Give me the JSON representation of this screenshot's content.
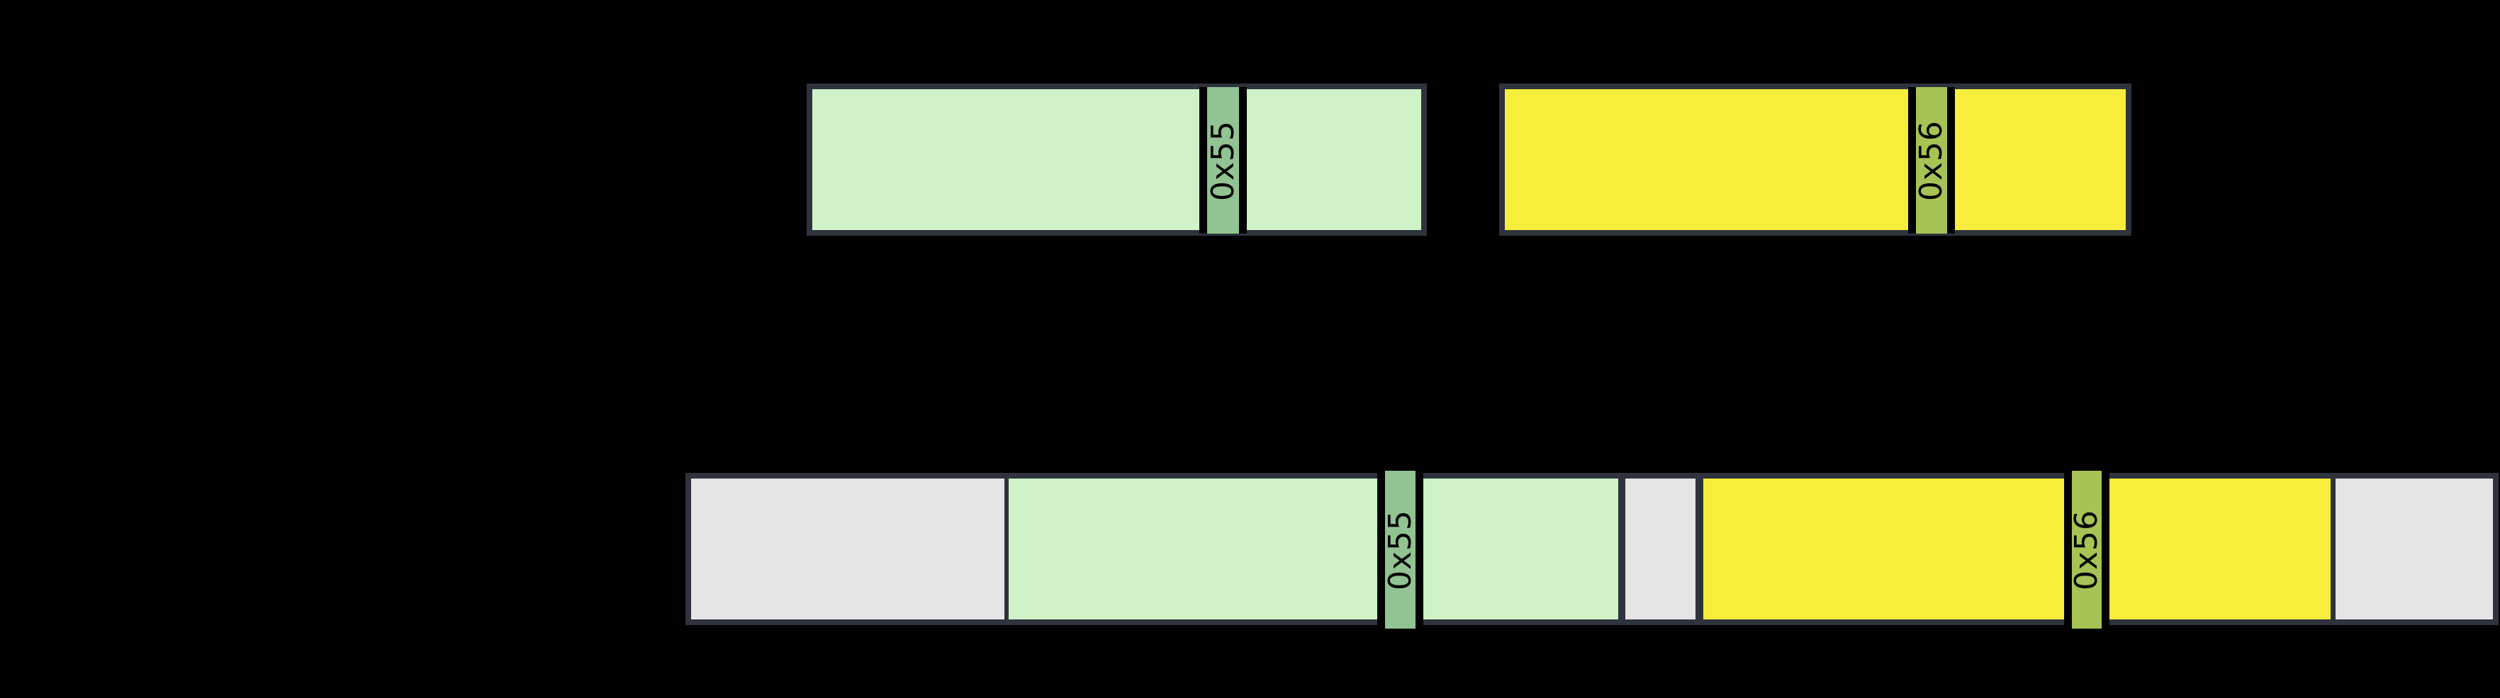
{
  "background": "#000000",
  "palette": {
    "box_border": "#2e333d",
    "light_green_field": "#cff2c8",
    "green_marker": "#92c392",
    "yellow_field": "#f7ee3b",
    "olive_marker": "#a8c355",
    "gray_padding": "#e5e5e5",
    "marker_separator": "#000000",
    "label_text": "#000000"
  },
  "top_boxes": [
    {
      "id": "block-0x55",
      "fill": "#cff2c8",
      "marker_label": "0x55",
      "marker_fill": "#92c392"
    },
    {
      "id": "block-0x56",
      "fill": "#f7ee3b",
      "marker_label": "0x56",
      "marker_fill": "#a8c355"
    }
  ],
  "stream_bar": {
    "segments": [
      {
        "type": "padding",
        "color": "#e5e5e5"
      },
      {
        "type": "field",
        "color": "#cff2c8"
      },
      {
        "type": "marker",
        "label": "0x55",
        "color": "#92c392"
      },
      {
        "type": "field",
        "color": "#cff2c8"
      },
      {
        "type": "padding",
        "color": "#e5e5e5"
      },
      {
        "type": "field",
        "color": "#f7ee3b"
      },
      {
        "type": "marker",
        "label": "0x56",
        "color": "#a8c355"
      },
      {
        "type": "field",
        "color": "#f7ee3b"
      },
      {
        "type": "padding",
        "color": "#e5e5e5"
      }
    ]
  }
}
